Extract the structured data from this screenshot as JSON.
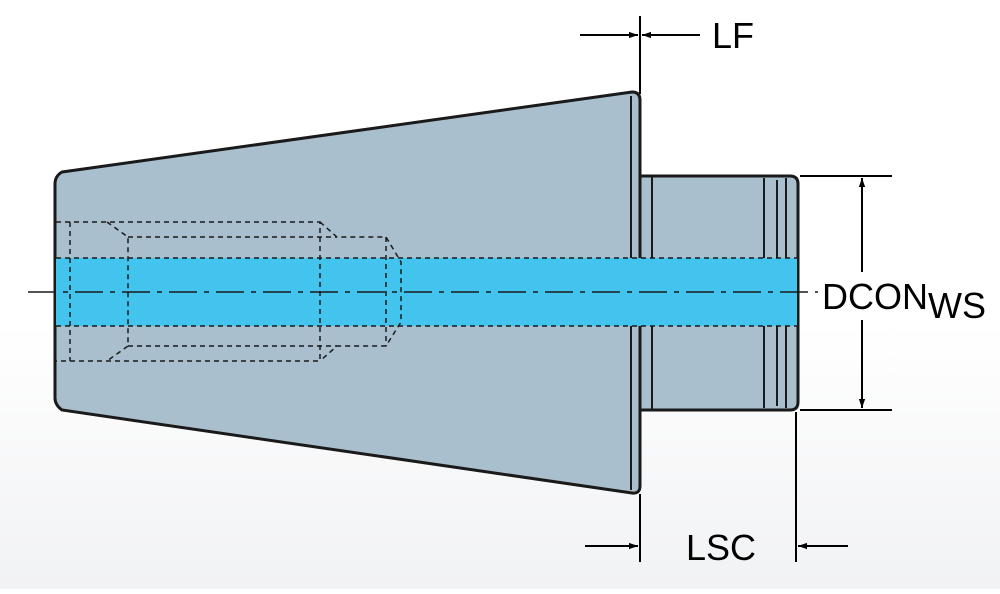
{
  "labels": {
    "lf": "LF",
    "lsc": "LSC",
    "dcon": "DCON",
    "dcon_sub": "WS"
  },
  "colors": {
    "background_top": "#ffffff",
    "background_bottom": "#f1f2f4",
    "body_fill": "#a9bfcd",
    "coolant_channel": "#42c4ee",
    "outline": "#1a1a1a"
  }
}
